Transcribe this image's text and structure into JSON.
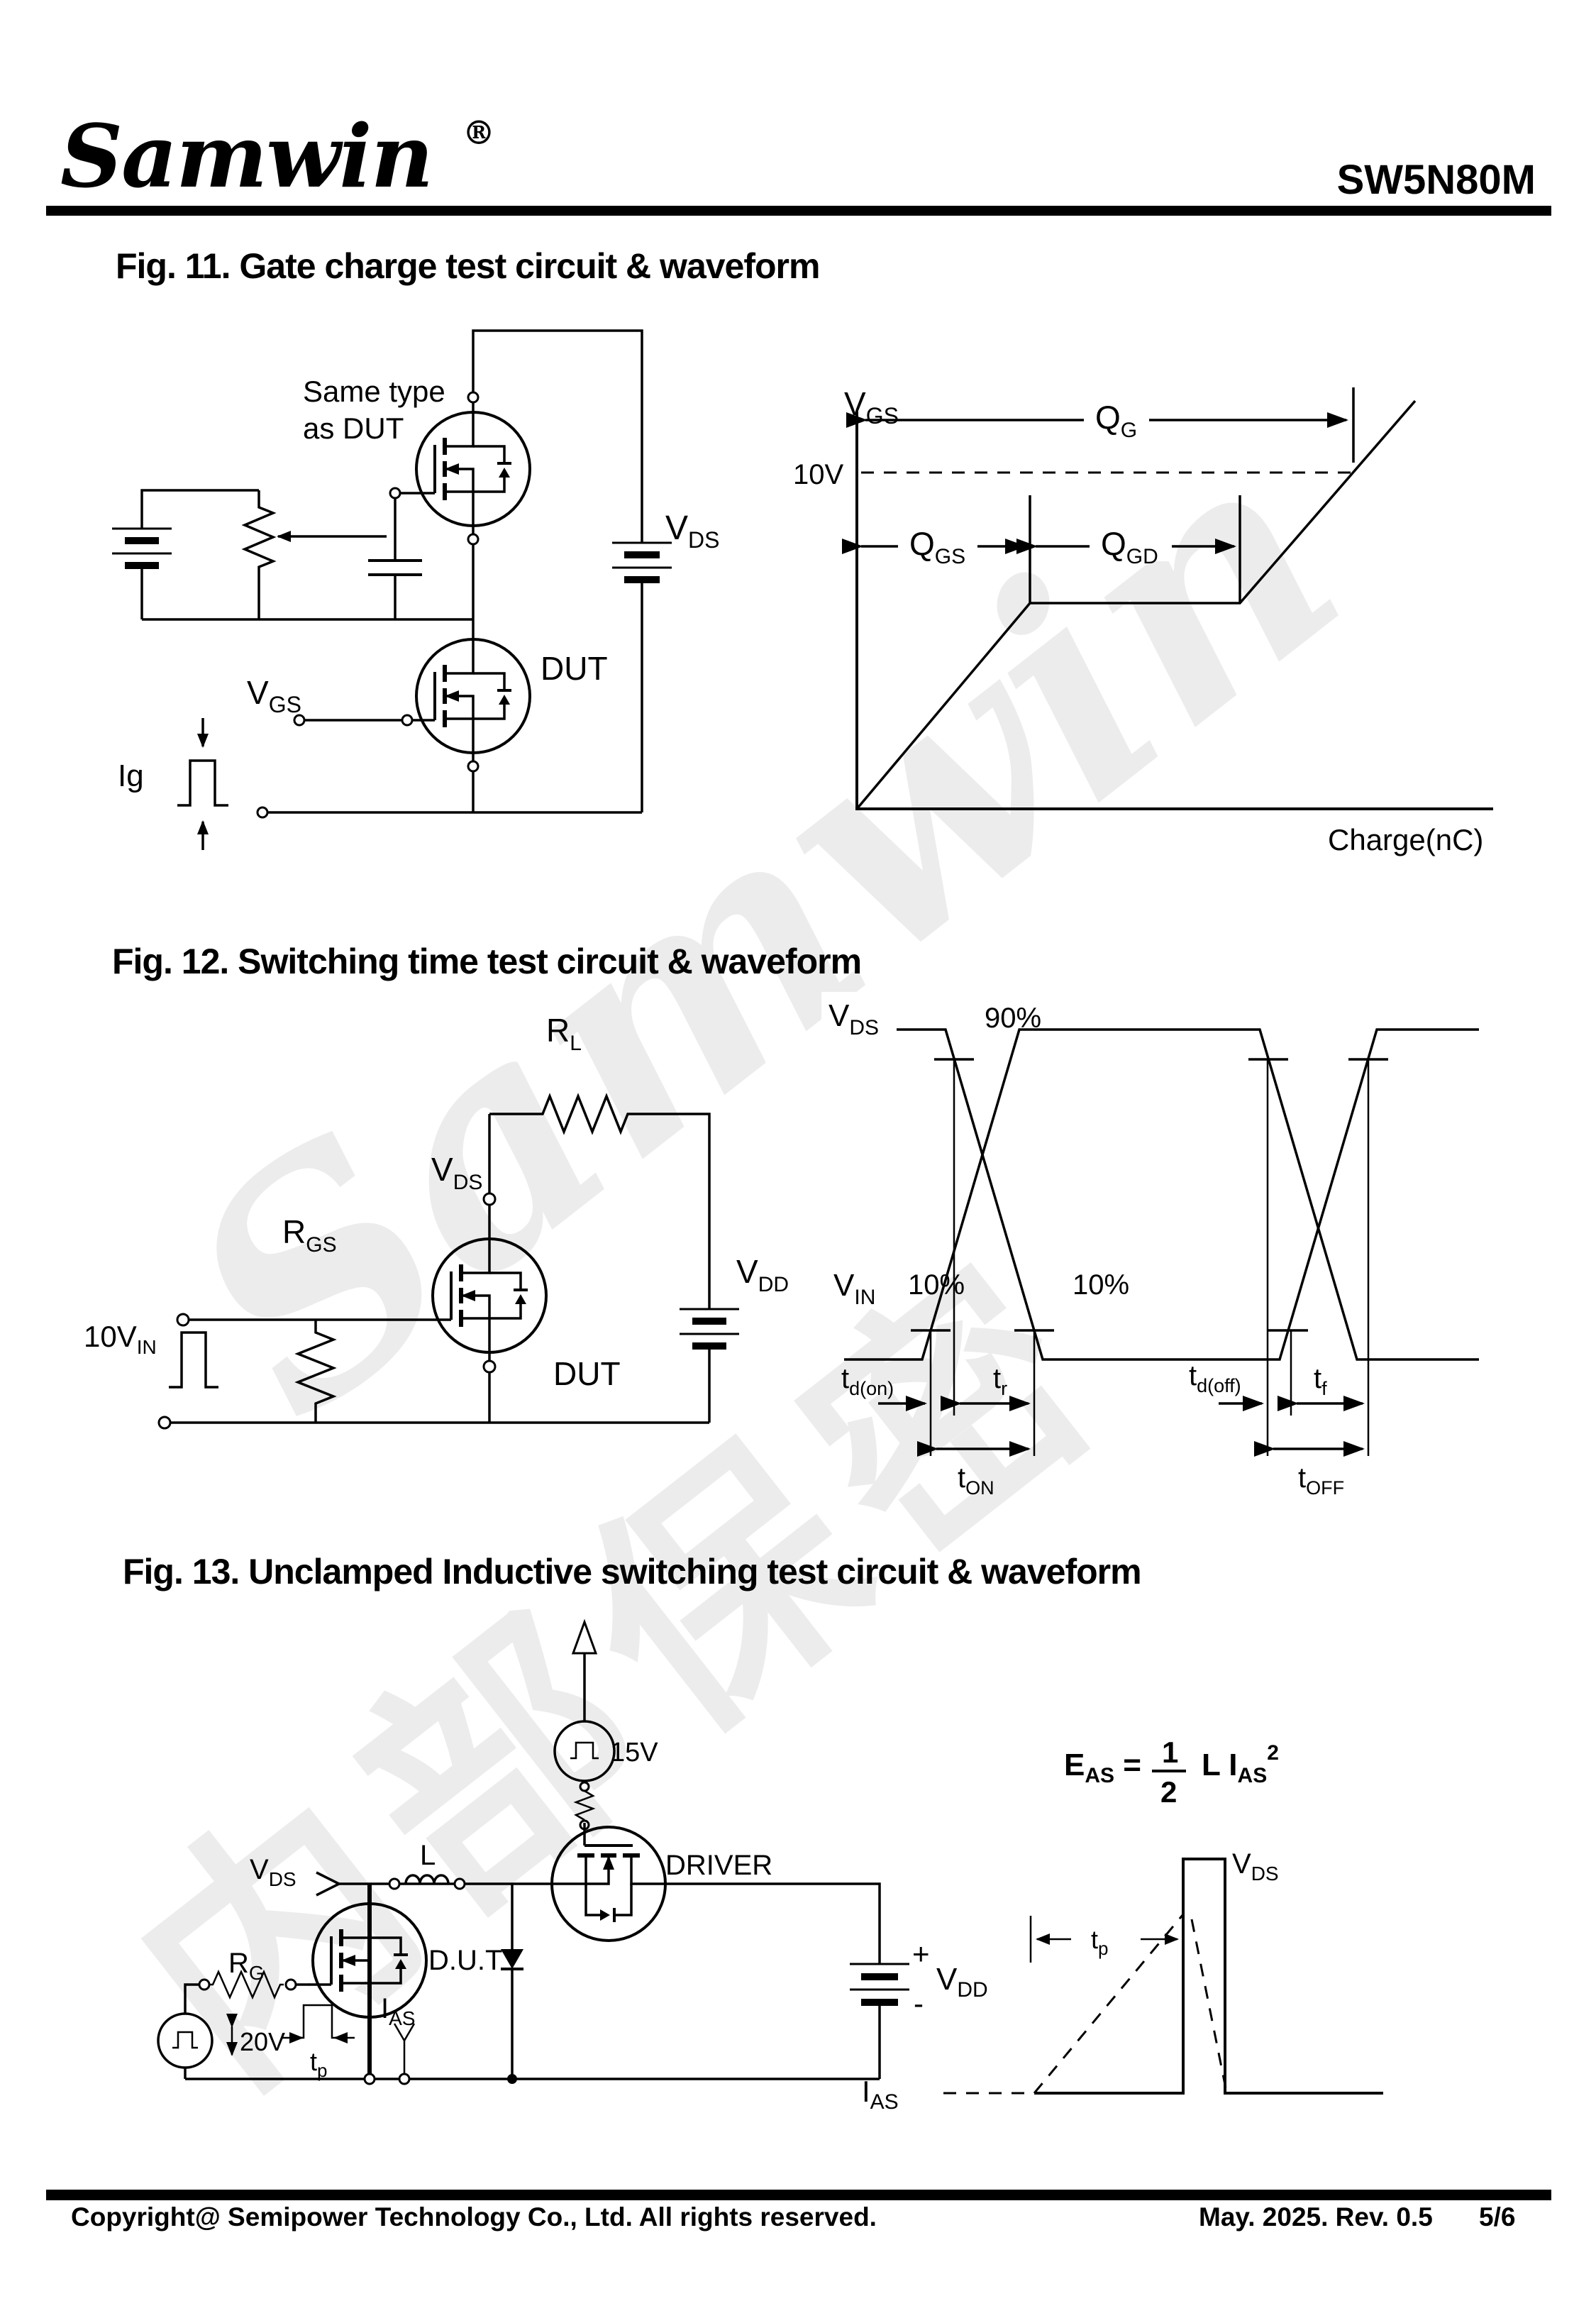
{
  "header": {
    "logo": "Samwin",
    "reg": "®",
    "part": "SW5N80M"
  },
  "watermark": {
    "brand": "Samwin",
    "cn": "内部保密"
  },
  "fig11": {
    "title": "Fig. 11. Gate charge test circuit & waveform",
    "circuit": {
      "same_type_line1": "Same type",
      "same_type_line2": "as DUT",
      "vds": {
        "main": "V",
        "sub": "DS"
      },
      "vgs": {
        "main": "V",
        "sub": "GS"
      },
      "dut": "DUT",
      "ig": "Ig"
    },
    "waveform": {
      "vgs": {
        "main": "V",
        "sub": "GS"
      },
      "qg": {
        "main": "Q",
        "sub": "G"
      },
      "ten_v": "10V",
      "qgs": {
        "main": "Q",
        "sub": "GS"
      },
      "qgd": {
        "main": "Q",
        "sub": "GD"
      },
      "xlabel": "Charge(nC)"
    }
  },
  "fig12": {
    "title": "Fig. 12. Switching time test circuit & waveform",
    "circuit": {
      "rl": {
        "main": "R",
        "sub": "L"
      },
      "rgs": {
        "main": "R",
        "sub": "GS"
      },
      "vds": {
        "main": "V",
        "sub": "DS"
      },
      "vdd": {
        "main": "V",
        "sub": "DD"
      },
      "vin": {
        "main": "10V",
        "sub": "IN"
      },
      "dut": "DUT"
    },
    "waveform": {
      "vds": {
        "main": "V",
        "sub": "DS"
      },
      "vin": {
        "main": "V",
        "sub": "IN"
      },
      "p90": "90%",
      "p10_left": "10%",
      "p10_right": "10%",
      "td_on": {
        "main": "t",
        "sub": "d(on)"
      },
      "tr": {
        "main": "t",
        "sub": "r"
      },
      "td_off": {
        "main": "t",
        "sub": "d(off)"
      },
      "tf": {
        "main": "t",
        "sub": "f"
      },
      "t_on": {
        "main": "t",
        "sub": "ON"
      },
      "t_off": {
        "main": "t",
        "sub": "OFF"
      }
    }
  },
  "fig13": {
    "title": "Fig. 13. Unclamped Inductive switching test circuit & waveform",
    "circuit": {
      "v15": "15V",
      "driver": "DRIVER",
      "l": "L",
      "vds": {
        "main": "V",
        "sub": "DS"
      },
      "rg": {
        "main": "R",
        "sub": "G"
      },
      "dut": "D.U.T",
      "v20": "20V",
      "tp": {
        "main": "t",
        "sub": "p"
      },
      "ias": {
        "main": "I",
        "sub": "AS"
      },
      "plus": "+",
      "minus": "-",
      "vdd": {
        "main": "V",
        "sub": "DD"
      }
    },
    "waveform": {
      "formula": {
        "e_main": "E",
        "e_sub": "AS",
        "equals": "=",
        "num": "1",
        "den": "2",
        "li_main": "L I",
        "li_sub": "AS",
        "power": "2"
      },
      "vds": {
        "main": "V",
        "sub": "DS"
      },
      "tp": {
        "main": "t",
        "sub": "p"
      },
      "ias": {
        "main": "I",
        "sub": "AS"
      }
    }
  },
  "footer": {
    "copyright": "Copyright@ Semipower Technology Co., Ltd. All rights reserved.",
    "revision": "May. 2025. Rev. 0.5",
    "page": "5/6"
  }
}
